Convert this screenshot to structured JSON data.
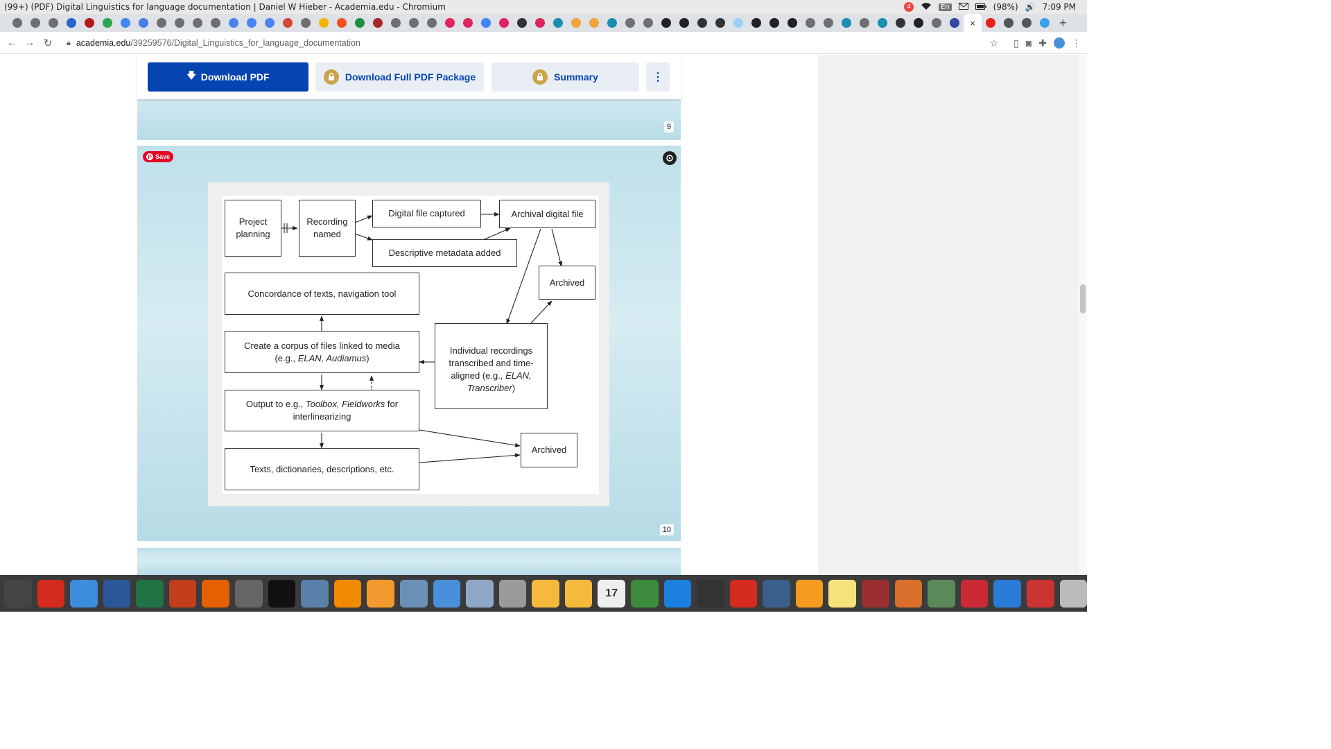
{
  "window": {
    "title": "(99+) (PDF) Digital Linguistics for language documentation | Daniel W Hieber - Academia.edu - Chromium",
    "notification_count": "4",
    "keyboard_lang": "En",
    "battery": "(98%)",
    "time": "7:09 PM"
  },
  "browser": {
    "url_host": "academia.edu",
    "url_path": "/39259576/Digital_Linguistics_for_language_documentation",
    "tab_icons": [
      "chrome-icon",
      "chrome-icon",
      "chrome-icon",
      "pin-icon",
      "shield-icon",
      "r-icon",
      "google-icon",
      "translate-icon",
      "chrome-icon",
      "chrome-icon",
      "chrome-icon",
      "chrome-icon",
      "docs-icon",
      "docs-icon",
      "docs-icon",
      "gmail-icon",
      "chrome-icon",
      "slides-icon",
      "microsoft-icon",
      "drive-icon",
      "book-icon",
      "chrome-icon",
      "chrome-icon",
      "chrome-icon",
      "hexagon-icon",
      "hexagon-icon",
      "google-icon",
      "hexagon-icon",
      "h-icon",
      "hexagon-icon",
      "wave-icon",
      "fire-icon",
      "fire-icon",
      "wave-icon",
      "chrome-icon",
      "chrome-icon",
      "github-icon",
      "github-icon",
      "openai-icon",
      "openai-icon",
      "bubble-icon",
      "github-icon",
      "github-icon",
      "github-icon",
      "chrome-icon",
      "chrome-icon",
      "wave-icon",
      "chrome-icon",
      "wave-icon",
      "openai-icon",
      "github-icon",
      "chrome-icon",
      "academia-icon"
    ],
    "new_tab": "+",
    "close_tab": "×"
  },
  "toolbar": {
    "download_pdf": "Download PDF",
    "download_package": "Download Full PDF Package",
    "summary": "Summary",
    "more": "⋮"
  },
  "page": {
    "page_9_number": "9",
    "page_10_number": "10",
    "save_label": "Save"
  },
  "diagram": {
    "project_planning": "Project planning",
    "recording_named": "Recording named",
    "digital_file_captured": "Digital file captured",
    "archival_digital_file": "Archival digital file",
    "descriptive_metadata": "Descriptive metadata added",
    "archived_top": "Archived",
    "concordance": "Concordance of texts, navigation tool",
    "corpus_line1": "Create a corpus of files linked to media",
    "corpus_line2_pre": "(e.g., ",
    "corpus_line2_em": "ELAN, Audiamus",
    "corpus_line2_post": ")",
    "individual_line1": "Individual recordings transcribed and time-aligned (e.g., ",
    "individual_em1": "ELAN,",
    "individual_em2": "Transcriber",
    "individual_post": ")",
    "output_pre": "Output to e.g., ",
    "output_em": "Toolbox, Fieldworks",
    "output_post": " for interlinearizing",
    "archived_bottom": "Archived",
    "texts": "Texts, dictionaries, descriptions, etc."
  },
  "dock": {
    "icons": [
      "ubuntu-icon",
      "acrobat-icon",
      "finder-icon",
      "word-icon",
      "excel-icon",
      "powerpoint-icon",
      "firefox-icon",
      "settings-icon",
      "terminal-icon",
      "preview-icon",
      "vlc-icon",
      "books-icon",
      "photos-icon",
      "chromium-icon",
      "files-icon",
      "drive-icon",
      "folder-icon",
      "folder-icon",
      "calendar-icon",
      "download-icon",
      "sync-icon",
      "calculator-icon",
      "acrobat-icon",
      "x-icon",
      "p-icon",
      "notes-icon",
      "dictionary-icon",
      "orb-icon",
      "globe-icon",
      "zotero-icon",
      "launchpad-icon",
      "xcode-icon",
      "trash-icon"
    ],
    "calendar_day": "17"
  }
}
